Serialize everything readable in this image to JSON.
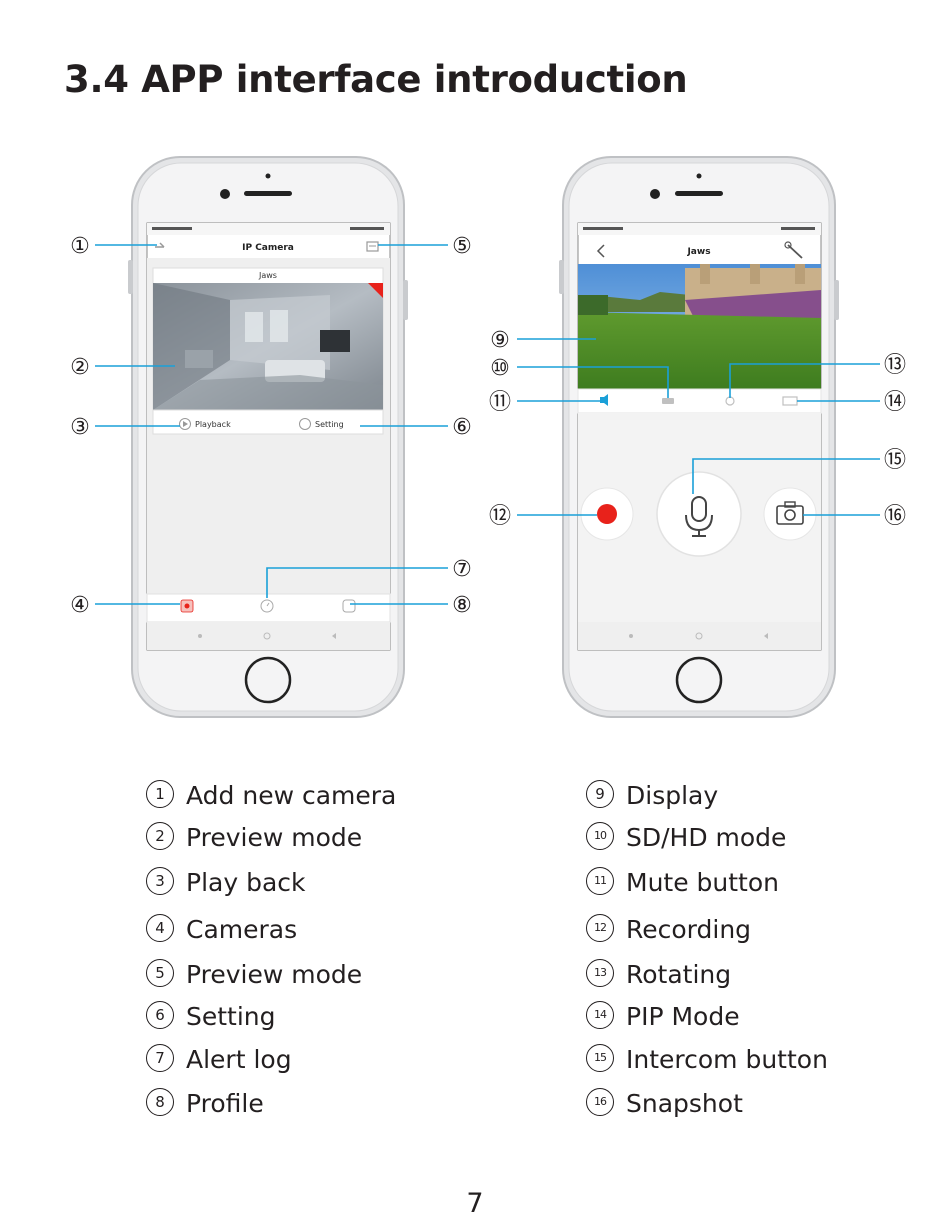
{
  "title": "3.4 APP interface introduction",
  "page_number": "7",
  "accent_color": "#1aa0d8",
  "record_color": "#e8221b",
  "left_phone": {
    "screen_title": "IP Camera",
    "camera_name": "Jaws",
    "playback_label": "Playback",
    "setting_label": "Setting"
  },
  "right_phone": {
    "screen_title": "Jaws"
  },
  "callouts": [
    "①",
    "②",
    "③",
    "④",
    "⑤",
    "⑥",
    "⑦",
    "⑧",
    "⑨",
    "⑩",
    "⑪",
    "⑫",
    "⑬",
    "⑭",
    "⑮",
    "⑯"
  ],
  "legend_left": [
    {
      "num": "1",
      "label": "Add new camera"
    },
    {
      "num": "2",
      "label": "Preview mode"
    },
    {
      "num": "3",
      "label": "Play back"
    },
    {
      "num": "4",
      "label": "Cameras"
    },
    {
      "num": "5",
      "label": "Preview mode"
    },
    {
      "num": "6",
      "label": "Setting"
    },
    {
      "num": "7",
      "label": "Alert log"
    },
    {
      "num": "8",
      "label": "Profile"
    }
  ],
  "legend_right": [
    {
      "num": "9",
      "label": "Display"
    },
    {
      "num": "10",
      "label": "SD/HD mode"
    },
    {
      "num": "11",
      "label": "Mute button"
    },
    {
      "num": "12",
      "label": "Recording"
    },
    {
      "num": "13",
      "label": "Rotating"
    },
    {
      "num": "14",
      "label": "PIP Mode"
    },
    {
      "num": "15",
      "label": "Intercom button"
    },
    {
      "num": "16",
      "label": "Snapshot"
    }
  ],
  "icons": [
    "add-camera-icon",
    "menu-icon",
    "play-icon",
    "gear-icon",
    "camera-icon",
    "alert-icon",
    "profile-icon",
    "back-icon",
    "wrench-icon",
    "speaker-icon",
    "hd-icon",
    "rotate-icon",
    "pip-icon",
    "record-dot-icon",
    "microphone-icon",
    "snapshot-camera-icon"
  ]
}
